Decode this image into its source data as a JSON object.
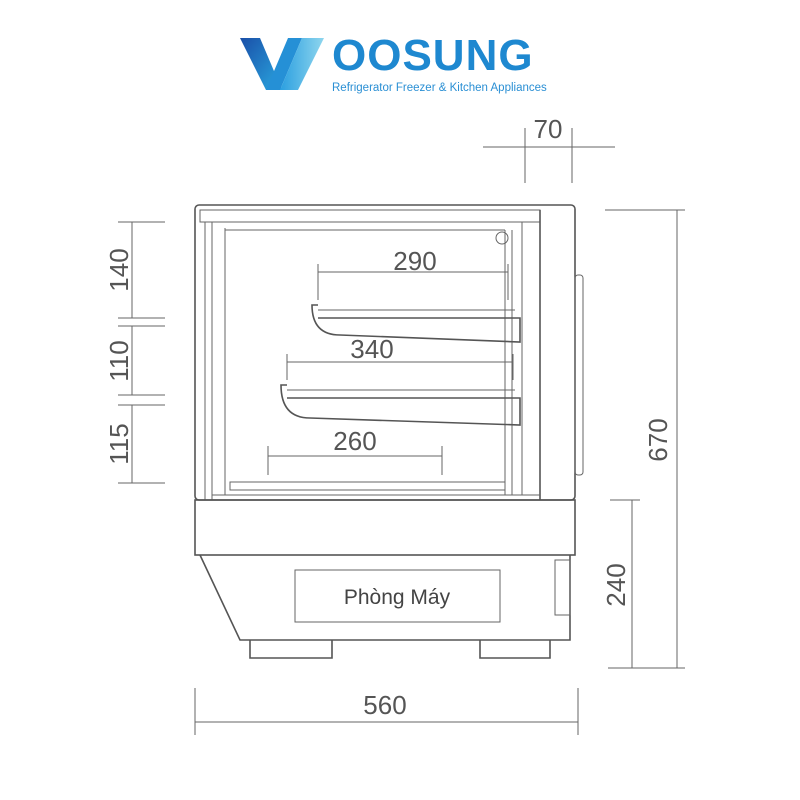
{
  "logo": {
    "brand": "OOSUNG",
    "tagline": "Refrigerator Freezer & Kitchen Appliances"
  },
  "dimensions": {
    "top_depth": "70",
    "shelf_top_width": "290",
    "shelf_middle_width": "340",
    "shelf_bottom_width": "260",
    "gap_top": "140",
    "gap_middle": "110",
    "gap_bottom": "115",
    "total_height": "670",
    "base_height": "240",
    "total_width": "560"
  },
  "machine_room_label": "Phòng Máy",
  "colors": {
    "brand": "#1e88d0",
    "line": "#555555"
  }
}
